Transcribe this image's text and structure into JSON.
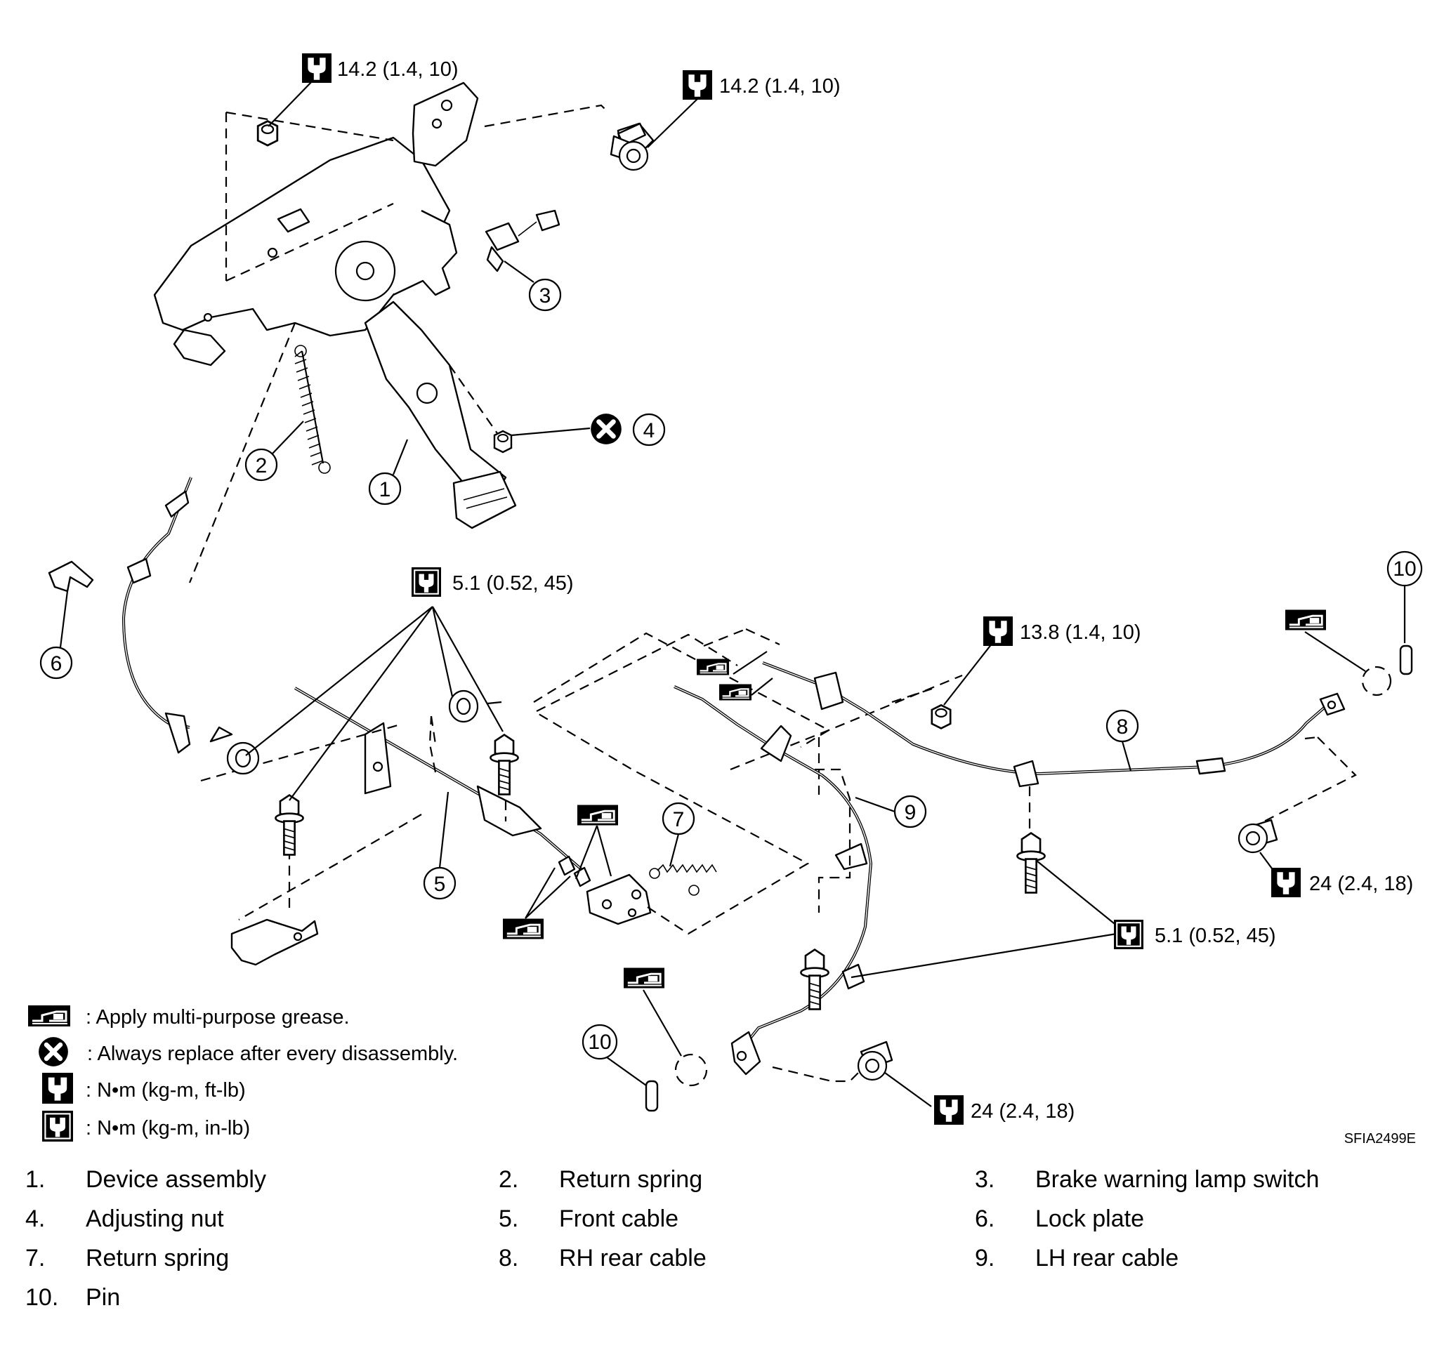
{
  "torque_specs": {
    "top_left": "14.2 (1.4, 10)",
    "top_right": "14.2 (1.4, 10)",
    "front_cable_bolts": "5.1 (0.52, 45)",
    "rh_cable_nut": "13.8 (1.4, 10)",
    "rh_bracket_bolt": "24 (2.4, 18)",
    "rear_cable_bolts": "5.1 (0.52, 45)",
    "lh_bracket_bolt": "24 (2.4, 18)"
  },
  "callouts": [
    "1",
    "2",
    "3",
    "4",
    "5",
    "6",
    "7",
    "8",
    "9",
    "10",
    "10"
  ],
  "legend": {
    "grease": ": Apply multi-purpose grease.",
    "replace": ": Always replace after every disassembly.",
    "torque_ft": ":  N•m  (kg-m,  ft-lb)",
    "torque_in": ":  N•m  (kg-m,  in-lb)"
  },
  "figure_code": "SFIA2499E",
  "parts_list": [
    {
      "num": "1.",
      "label": "Device assembly"
    },
    {
      "num": "2.",
      "label": "Return spring"
    },
    {
      "num": "3.",
      "label": "Brake warning lamp switch"
    },
    {
      "num": "4.",
      "label": "Adjusting nut"
    },
    {
      "num": "5.",
      "label": "Front cable"
    },
    {
      "num": "6.",
      "label": "Lock plate"
    },
    {
      "num": "7.",
      "label": "Return spring"
    },
    {
      "num": "8.",
      "label": "RH rear cable"
    },
    {
      "num": "9.",
      "label": "LH rear cable"
    },
    {
      "num": "10.",
      "label": "Pin"
    }
  ],
  "icons": {
    "torque_ft": "torque-wrench-icon",
    "torque_in": "torque-wrench-inlb-icon",
    "grease": "grease-gun-icon",
    "replace": "replace-x-icon"
  }
}
